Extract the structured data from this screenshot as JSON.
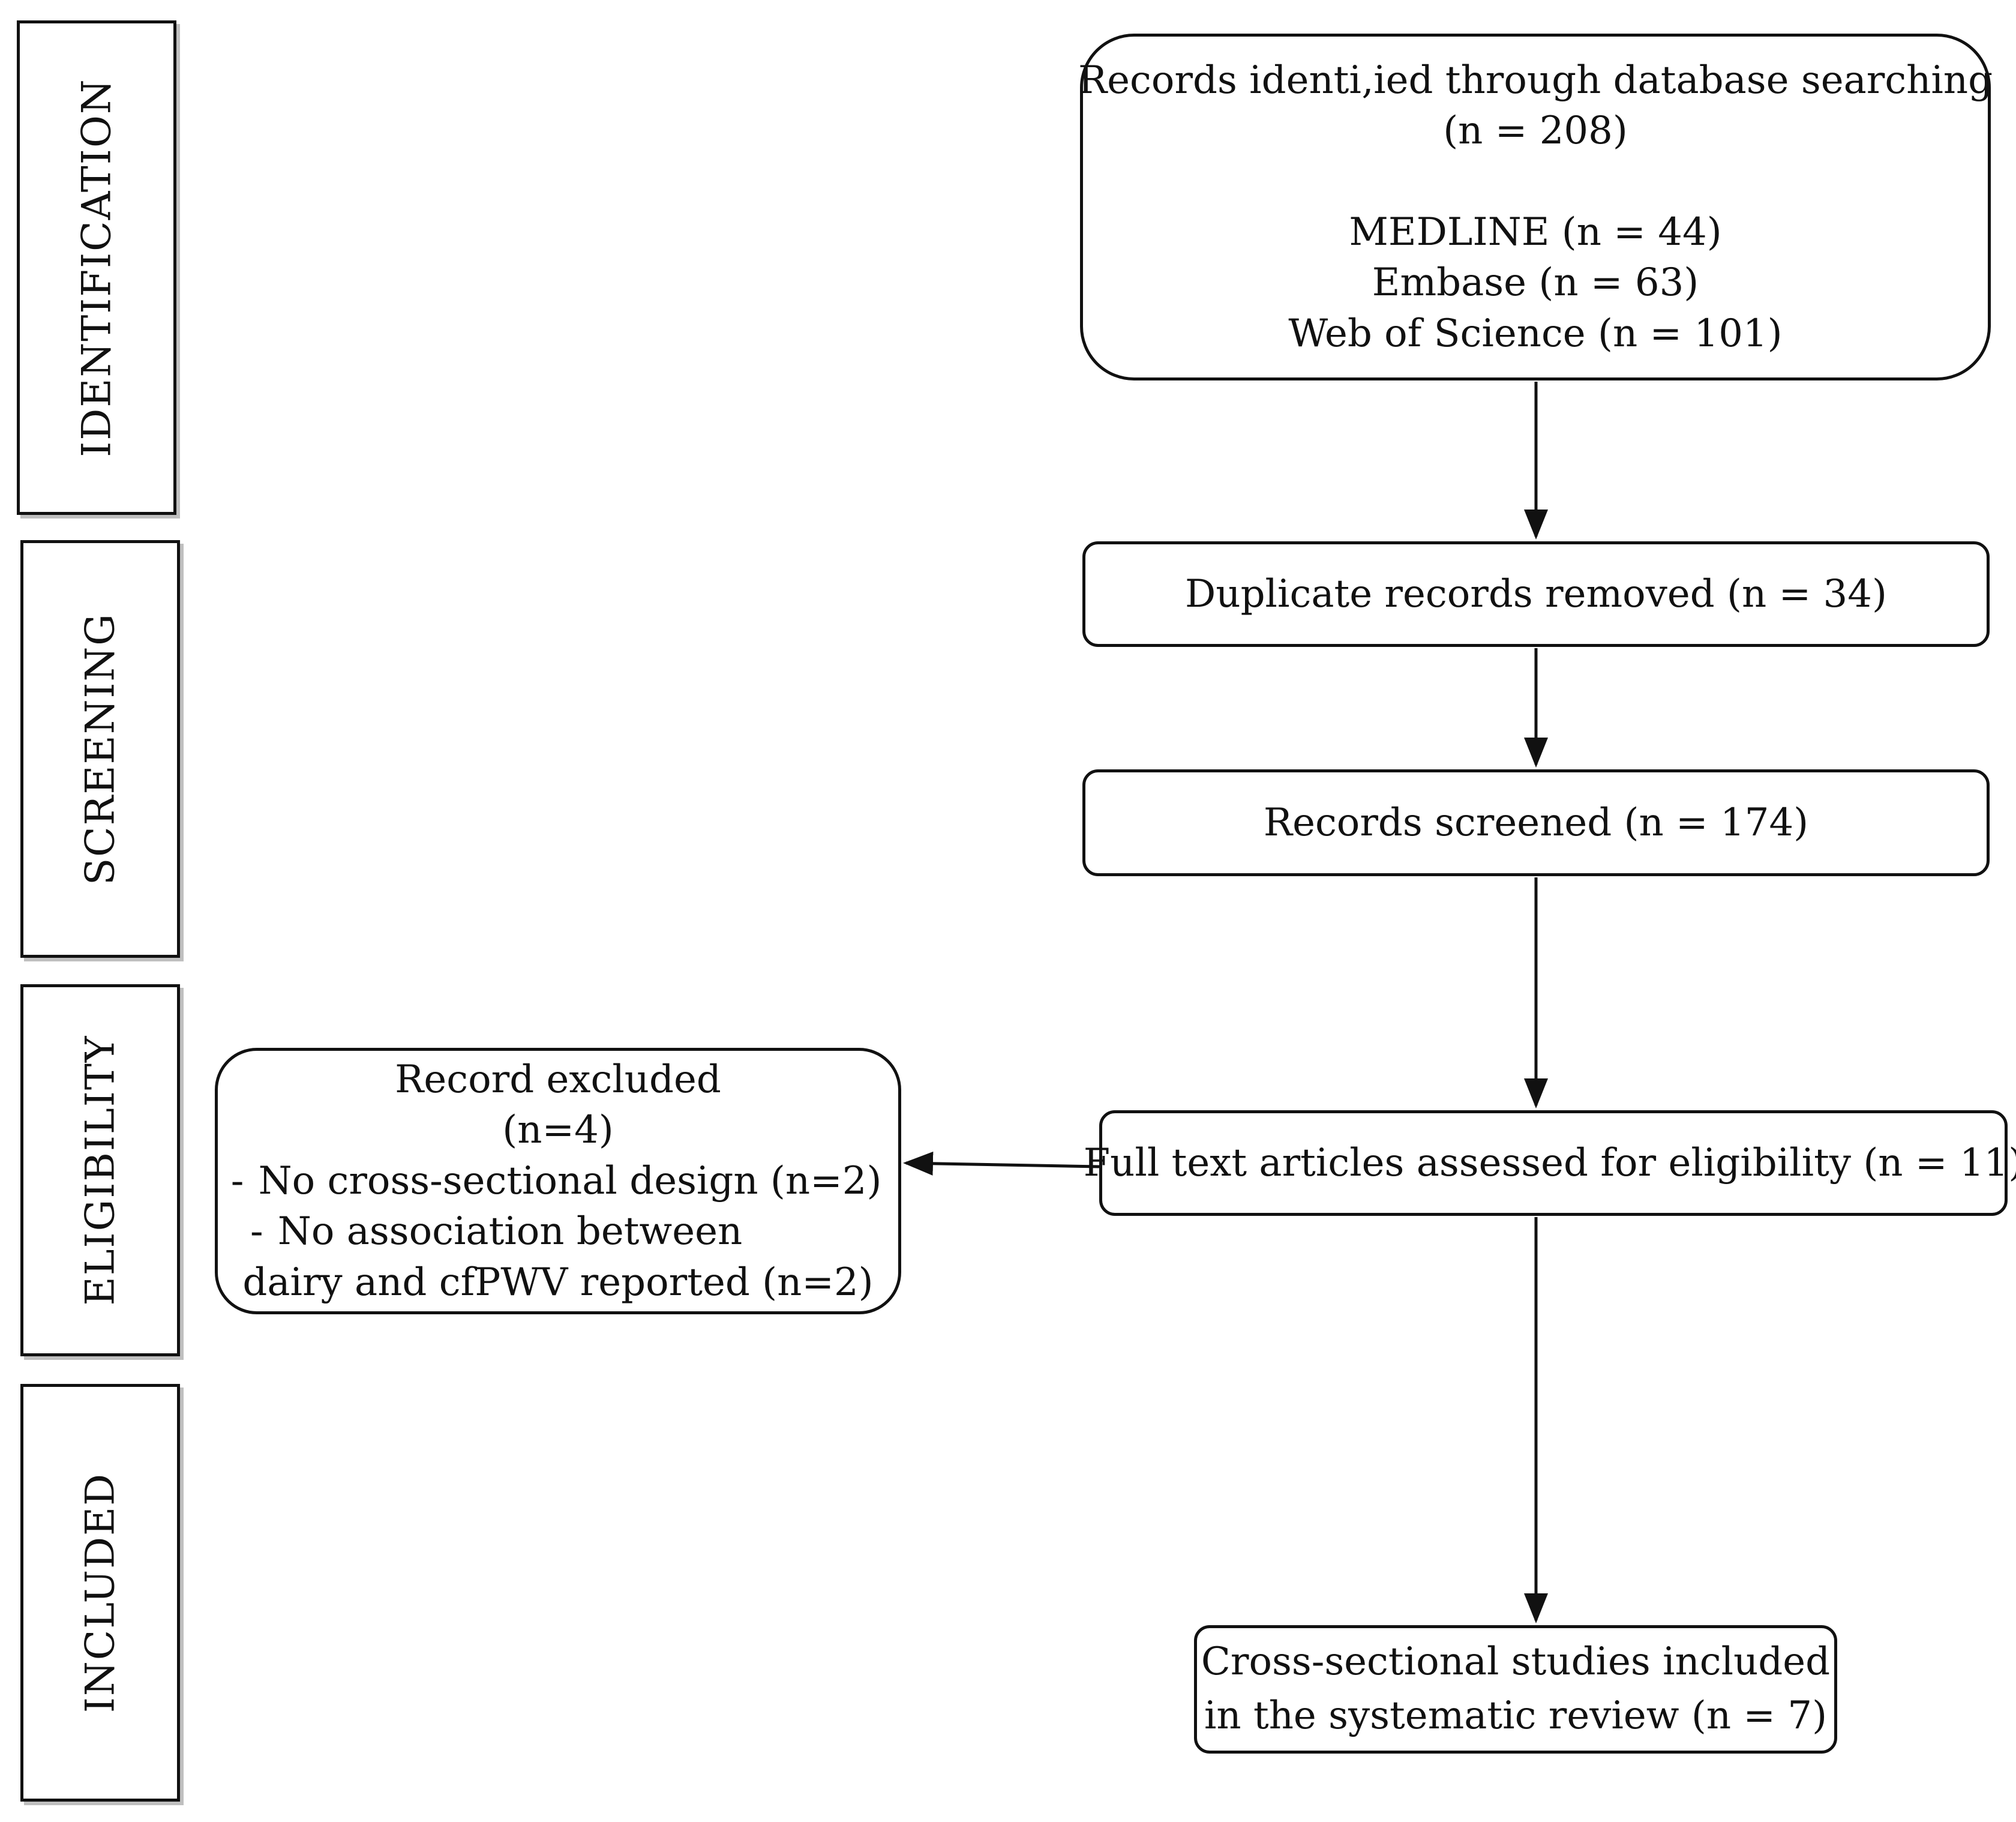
{
  "phases": {
    "identification": "IDENTIFICATION",
    "screening": "SCREENING",
    "eligibility": "ELIGIBILITY",
    "included": "INCLUDED"
  },
  "records_identified": {
    "line1": "Records identi‚ied through database searching",
    "line2": "(n = 208)",
    "medline": "MEDLINE (n = 44)",
    "embase": "Embase (n = 63)",
    "wos": "Web of Science (n = 101)"
  },
  "duplicates_removed": "Duplicate records removed (n = 34)",
  "records_screened": "Records screened (n = 174)",
  "full_text": "Full text articles assessed for eligibility (n = 11)",
  "excluded": {
    "title": "Record excluded",
    "count": "(n=4)",
    "bullet": "-",
    "reason1": "No cross-sectional design (n=2)",
    "reason2_line1": "No association between",
    "reason2_line2": "dairy and cfPWV reported (n=2)"
  },
  "included_box": {
    "line1": "Cross-sectional studies included",
    "line2": "in the systematic review  (n = 7)"
  }
}
